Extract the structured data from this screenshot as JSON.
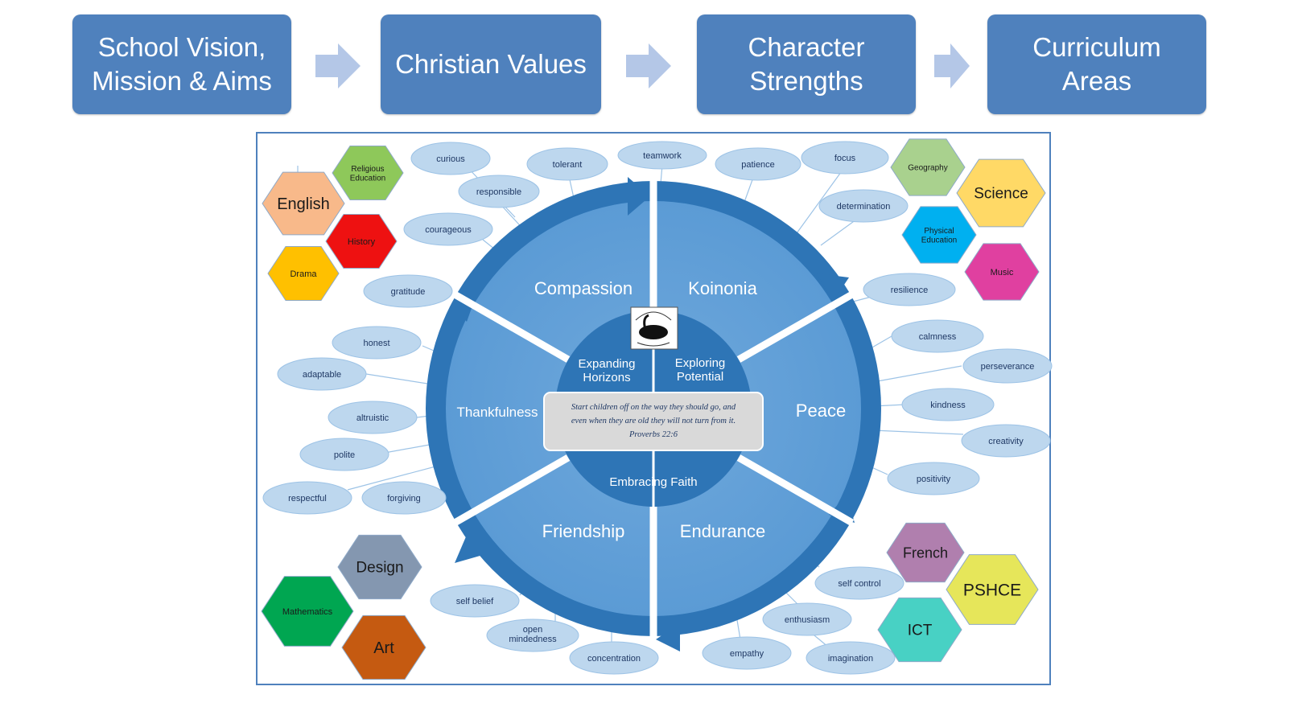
{
  "flow": {
    "steps": [
      "School  Vision,\nMission & Aims",
      "Christian Values",
      "Character\nStrengths",
      "Curriculum\nAreas"
    ]
  },
  "diagram": {
    "colors": {
      "accent": "#4f81bd",
      "wheel_dark": "#2e75b6",
      "wheel_mid": "#5b9bd5",
      "bubble_fill": "#bdd7ee",
      "bubble_text": "#1f3864"
    },
    "values": {
      "compassion": "Compassion",
      "koinonia": "Koinonia",
      "peace": "Peace",
      "endurance": "Endurance",
      "friendship": "Friendship",
      "thankfulness": "Thankfulness"
    },
    "centre": {
      "expanding": "Expanding\nHorizons",
      "exploring": "Exploring\nPotential",
      "embracing": "Embracing Faith",
      "verse": "Start children off on the way they should go, and\neven when they are old they will not turn from it.\nProverbs 22:6"
    },
    "strengths": {
      "curious": "curious",
      "tolerant": "tolerant",
      "teamwork": "teamwork",
      "patience": "patience",
      "focus": "focus",
      "responsible": "responsible",
      "determination": "determination",
      "courageous": "courageous",
      "gratitude": "gratitude",
      "resilience": "resilience",
      "calmness": "calmness",
      "honest": "honest",
      "perseverance": "perseverance",
      "adaptable": "adaptable",
      "kindness": "kindness",
      "altruistic": "altruistic",
      "creativity": "creativity",
      "polite": "polite",
      "positivity": "positivity",
      "respectful": "respectful",
      "forgiving": "forgiving",
      "self_control": "self control",
      "self_belief": "self belief",
      "enthusiasm": "enthusiasm",
      "open_mindedness": "open\nmindedness",
      "empathy": "empathy",
      "imagination": "imagination",
      "concentration": "concentration"
    },
    "subjects": {
      "english": {
        "label": "English",
        "color": "#f8b98a"
      },
      "religious_education": {
        "label": "Religious\nEducation",
        "color": "#8ec85a"
      },
      "history": {
        "label": "History",
        "color": "#ee1111"
      },
      "drama": {
        "label": "Drama",
        "color": "#ffc000"
      },
      "geography": {
        "label": "Geography",
        "color": "#a9d18e"
      },
      "science": {
        "label": "Science",
        "color": "#ffd966"
      },
      "physical_education": {
        "label": "Physical\nEducation",
        "color": "#00b0f0"
      },
      "music": {
        "label": "Music",
        "color": "#e040a0"
      },
      "design": {
        "label": "Design",
        "color": "#8497b0"
      },
      "mathematics": {
        "label": "Mathematics",
        "color": "#00a651"
      },
      "art": {
        "label": "Art",
        "color": "#c55a11"
      },
      "french": {
        "label": "French",
        "color": "#b07fae"
      },
      "pshce": {
        "label": "PSHCE",
        "color": "#e6e65a"
      },
      "ict": {
        "label": "ICT",
        "color": "#48d1c4"
      }
    }
  }
}
